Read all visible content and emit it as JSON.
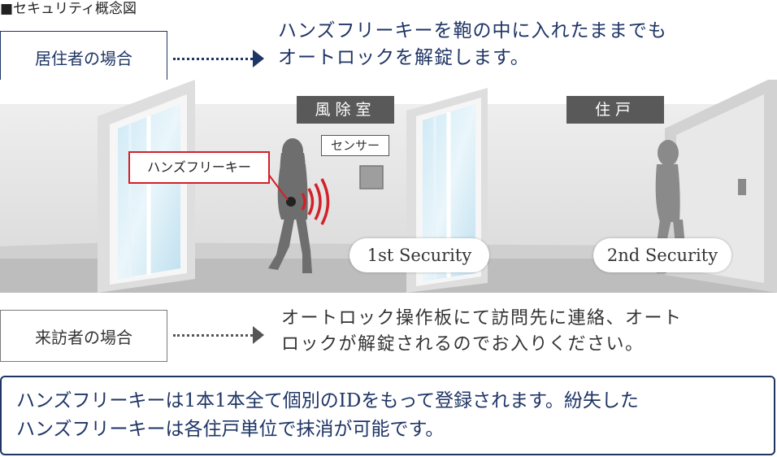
{
  "title": "■セキュリティ概念図",
  "resident": {
    "label": "居住者の場合",
    "line1": "ハンズフリーキーを鞄の中に入れたままでも",
    "line2": "オートロックを解錠します。"
  },
  "scene": {
    "sign_vestibule": "風除室",
    "sign_dwelling": "住戸",
    "sensor_label": "センサー",
    "key_label": "ハンズフリーキー",
    "security1": "1st Security",
    "security2": "2nd Security"
  },
  "visitor": {
    "label": "来訪者の場合",
    "line1": "オートロック操作板にて訪問先に連絡、オート",
    "line2": "ロックが解錠されるのでお入りください。"
  },
  "note": {
    "line1": "ハンズフリーキーは1本1本全て個別のIDをもって登録されます。紛失した",
    "line2": "ハンズフリーキーは各住戸単位で抹消が可能です。"
  },
  "colors": {
    "navy": "#1f3566",
    "red": "#d32029",
    "sign_bg": "#595959"
  }
}
